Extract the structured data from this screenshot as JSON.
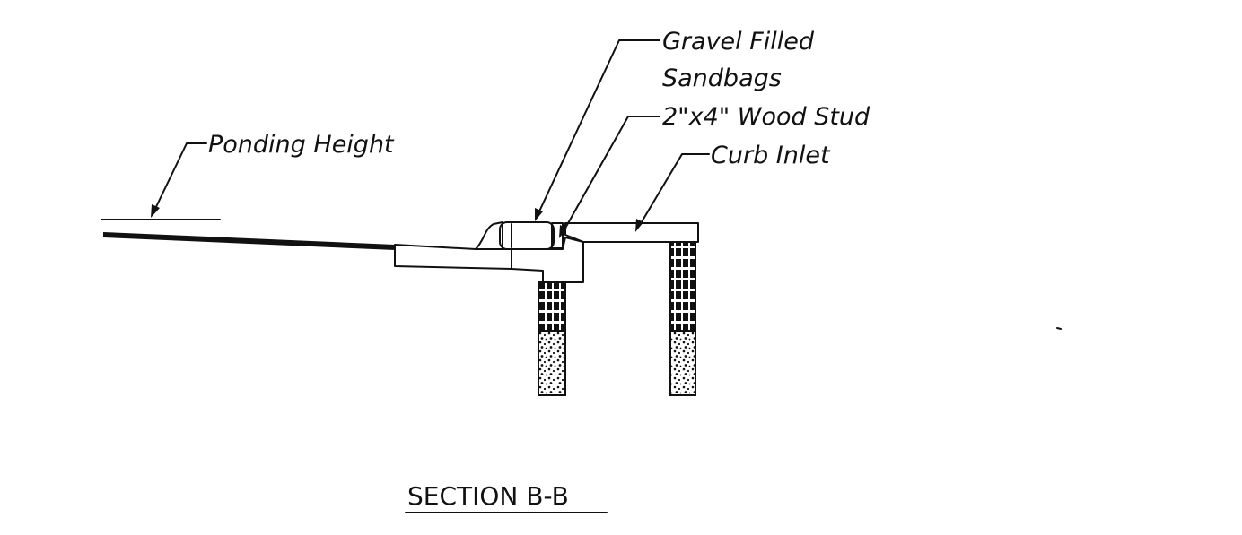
{
  "labels": {
    "ponding_height": "Ponding Height",
    "gravel_line1": "Gravel Filled",
    "gravel_line2": "Sandbags",
    "wood_stud": "2\"x4\" Wood Stud",
    "curb_inlet": "Curb Inlet"
  },
  "title": "SECTION B-B"
}
